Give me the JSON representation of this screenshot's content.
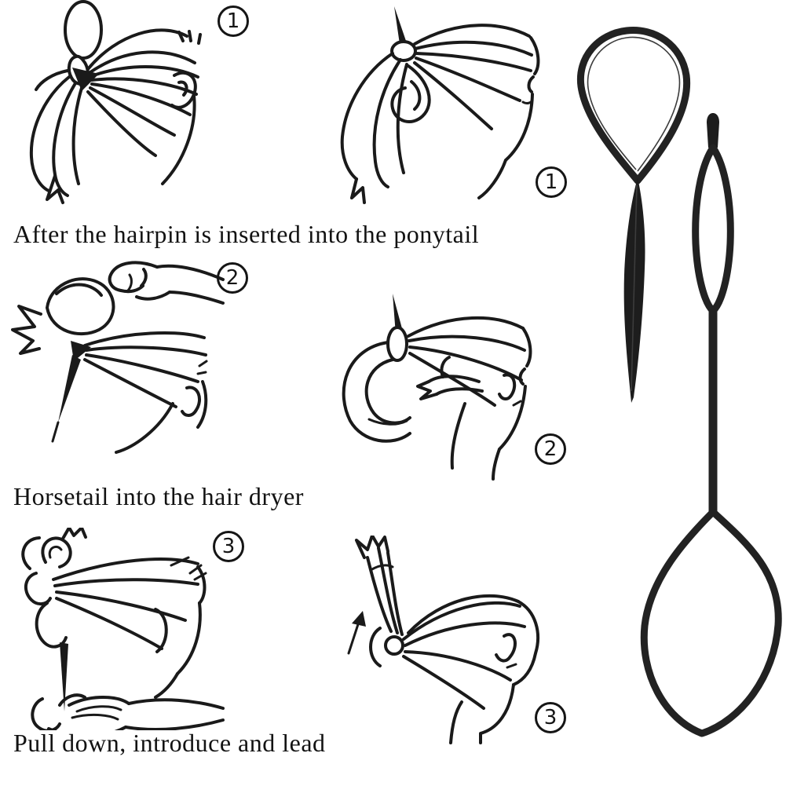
{
  "image": {
    "kind": "product-instruction-sheet",
    "subject": "topsy-tail ponytail styling tool usage steps",
    "background_color": "#ffffff",
    "line_art_color": "#1a1a1a",
    "tool_color": "#1d1d1d"
  },
  "steps": [
    {
      "number": "1",
      "caption": "After the hairpin is inserted into the ponytail"
    },
    {
      "number": "2",
      "caption": "Horsetail into the hair dryer"
    },
    {
      "number": "3",
      "caption": "Pull down, introduce and lead"
    }
  ],
  "tools": [
    {
      "name": "large-loop-hairpin-with-tapered-pin",
      "color": "#1d1d1d"
    },
    {
      "name": "double-loop-hairpin-with-teardrop-end",
      "color": "#1d1d1d"
    }
  ]
}
